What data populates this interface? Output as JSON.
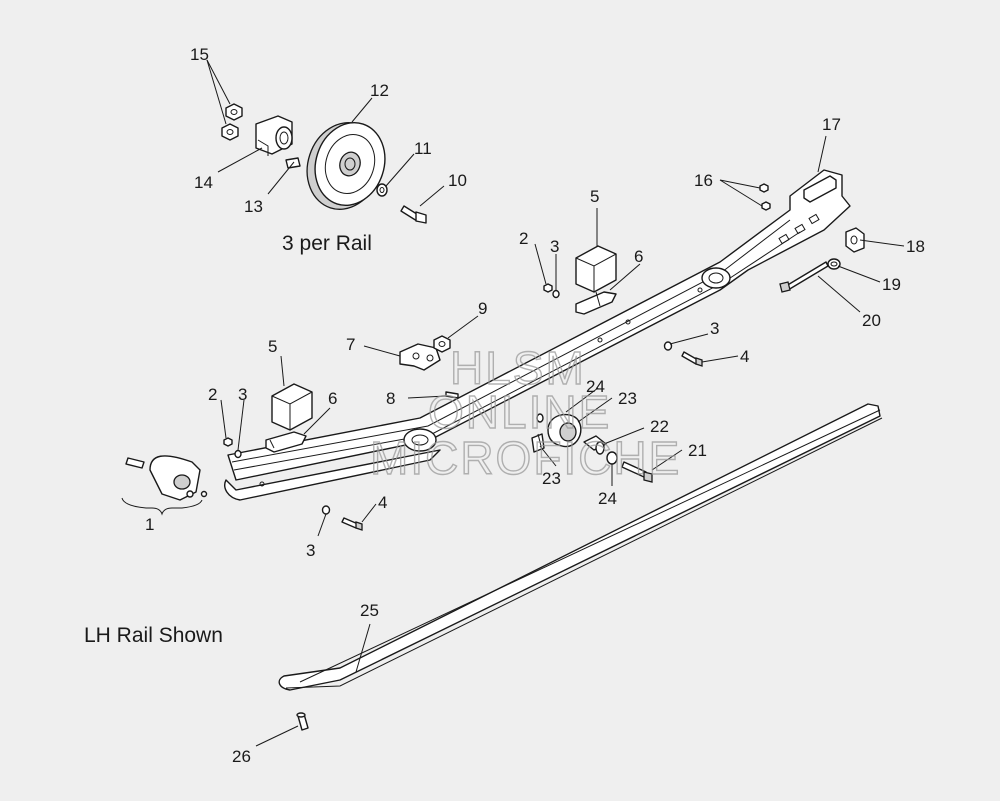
{
  "notes": {
    "rail_count": "3 per Rail",
    "rail_side": "LH Rail Shown"
  },
  "watermark": {
    "line1": "HLSM",
    "line2": "ONLINE",
    "line3": "MICROFICHE"
  },
  "callouts": {
    "c1": "1",
    "c2a": "2",
    "c2b": "2",
    "c3a": "3",
    "c3b": "3",
    "c3c": "3",
    "c3d": "3",
    "c4a": "4",
    "c4b": "4",
    "c5a": "5",
    "c5b": "5",
    "c6a": "6",
    "c6b": "6",
    "c7": "7",
    "c8": "8",
    "c9": "9",
    "c10": "10",
    "c11": "11",
    "c12": "12",
    "c13": "13",
    "c14": "14",
    "c15": "15",
    "c16": "16",
    "c17": "17",
    "c18": "18",
    "c19": "19",
    "c20": "20",
    "c21": "21",
    "c22": "22",
    "c23a": "23",
    "c23b": "23",
    "c24a": "24",
    "c24b": "24",
    "c25": "25",
    "c26": "26"
  }
}
